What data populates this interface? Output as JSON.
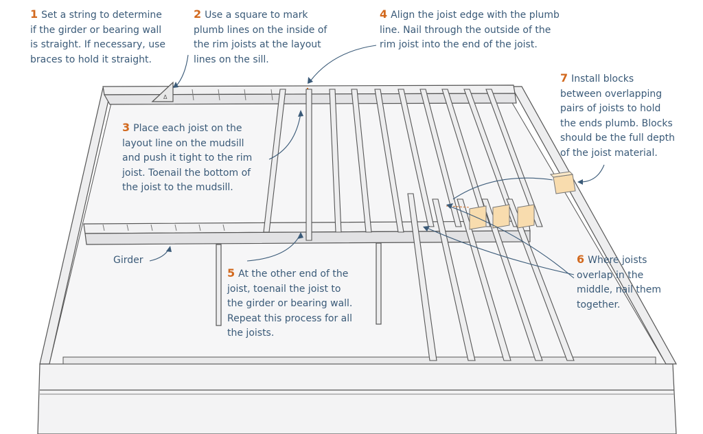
{
  "callouts": [
    {
      "id": "c1",
      "number": "1",
      "text": "Set a string to determine\nif the girder or bearing wall\nis straight. If necessary, use\nbraces to hold it straight."
    },
    {
      "id": "c2",
      "number": "2",
      "text": "Use a square to mark\nplumb lines on the inside of\nthe rim joists at the layout\nlines on the sill."
    },
    {
      "id": "c3",
      "number": "3",
      "text": "Place each joist on the\nlayout line on the mudsill\nand push it tight to the rim\njoist. Toenail the bottom of\nthe joist to the mudsill."
    },
    {
      "id": "c4",
      "number": "4",
      "text": "Align the joist edge with the plumb\nline. Nail through the outside of the\nrim joist into the end of the joist."
    },
    {
      "id": "c5",
      "number": "5",
      "text": "At the other end of the\njoist, toenail the joist to\nthe girder or bearing wall.\nRepeat this process for all\nthe joists."
    },
    {
      "id": "c6",
      "number": "6",
      "text": "Where joists\noverlap in the\nmiddle, nail them\ntogether."
    },
    {
      "id": "c7",
      "number": "7",
      "text": "Install blocks\nbetween overlapping\npairs of joists to hold\nthe ends plumb. Blocks\nshould be the full depth\nof the joist material."
    }
  ],
  "girder_label": "Girder",
  "colors": {
    "callout_text": "#3a5a78",
    "step_number": "#d2691e",
    "block_fill": "#f8dcae",
    "plumb_mark": "#d2691e",
    "line": "#555555"
  }
}
